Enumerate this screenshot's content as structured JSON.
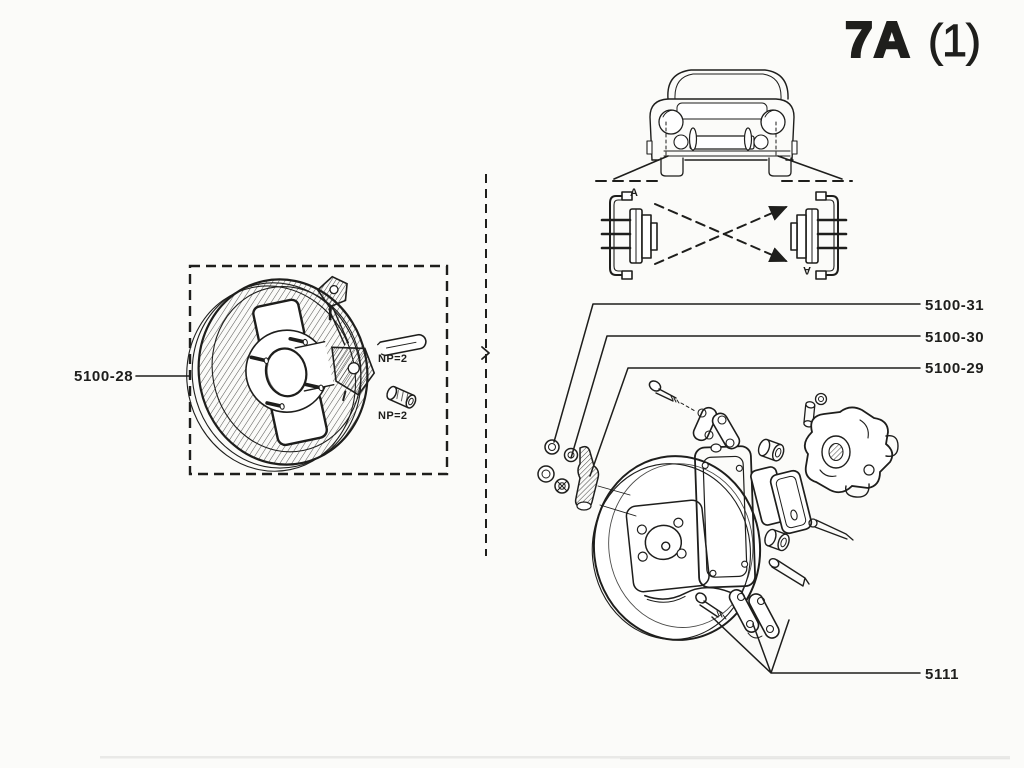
{
  "page": {
    "code": "7A",
    "code_suffix": "(1)",
    "paper_color": "#fbfbf9",
    "ink_color": "#1e1e1c"
  },
  "markers": {
    "front_left": "A",
    "front_right": "A"
  },
  "boxed_assembly": {
    "part_number": "5100-28",
    "cotter_pin_qty": "NP=2",
    "bushing_qty": "NP=2"
  },
  "exploded_assembly": {
    "label_top": "5100-31",
    "label_mid": "5100-30",
    "label_bottom": "5100-29",
    "label_links": "5111"
  }
}
